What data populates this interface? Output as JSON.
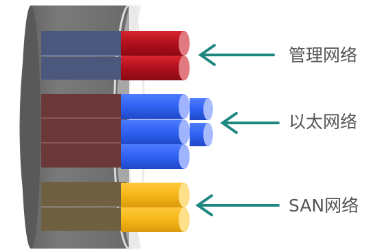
{
  "labels": {
    "management": "管理网络",
    "ethernet": "以太网络",
    "san": "SAN网络"
  },
  "colors": {
    "housing": "#6f6f6f",
    "management_cable": "#b0101c",
    "ethernet_cable": "#2f62f2",
    "san_cable": "#f5b619",
    "arrow": "#1d8780"
  }
}
